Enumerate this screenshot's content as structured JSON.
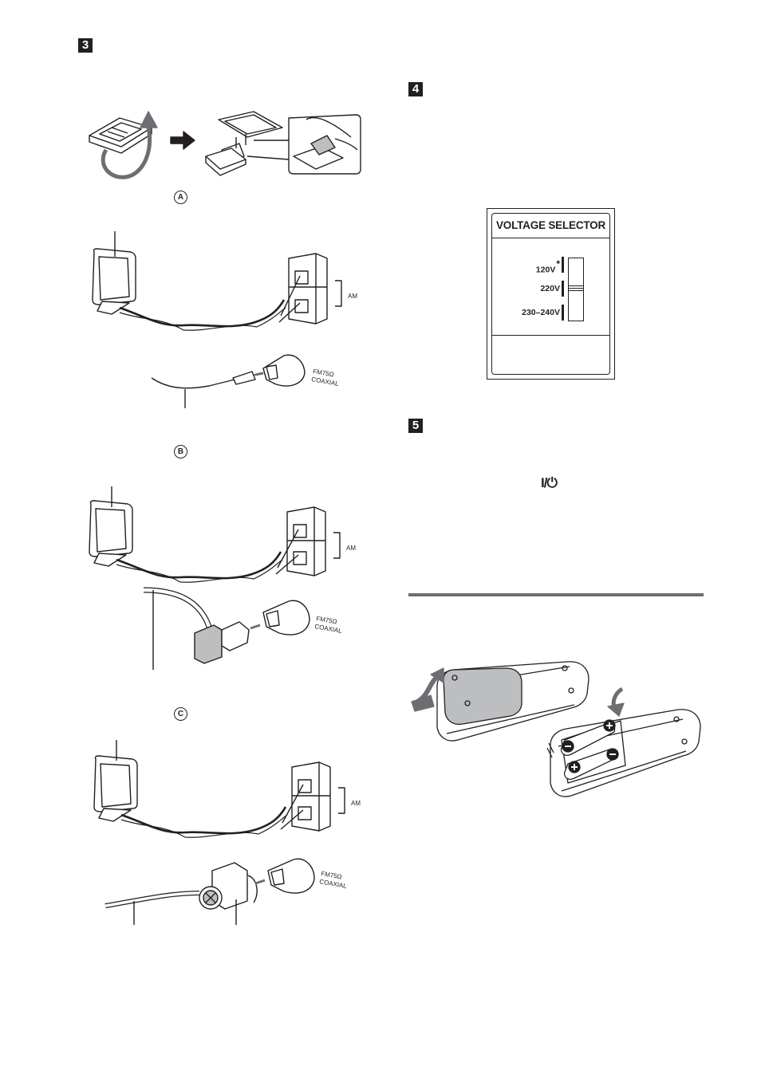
{
  "steps": {
    "step3": "3",
    "step4": "4",
    "step5": "5"
  },
  "diagram_labels": {
    "a": "A",
    "b": "B",
    "c": "C",
    "am": "AM",
    "fm_b": "FM75Ω",
    "coaxial_b": "COAXIAL",
    "fm_c": "FM75Ω",
    "coaxial_c": "COAXIAL",
    "fm_d": "FM75Ω",
    "coaxial_d": "COAXIAL"
  },
  "voltage_selector": {
    "title": "VOLTAGE SELECTOR",
    "options": [
      {
        "label": "120V",
        "mark": "*"
      },
      {
        "label": "220V",
        "mark": ""
      },
      {
        "label": "230–240V",
        "mark": ""
      }
    ]
  },
  "power_symbol": "I/⏻",
  "colors": {
    "ink": "#231f20",
    "gray_fill": "#bcbec0",
    "rule": "#6d6e71"
  }
}
